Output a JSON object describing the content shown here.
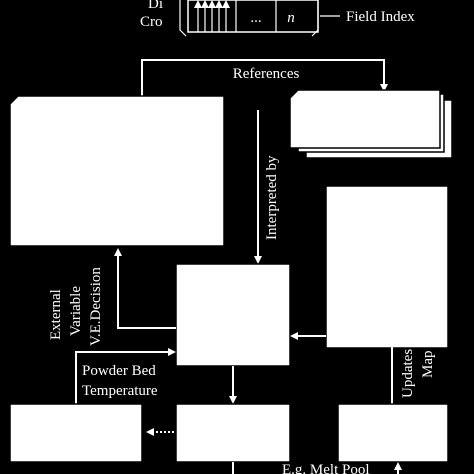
{
  "labels": {
    "top_left_1": "Di",
    "top_left_2": "Cro",
    "field_index": "Field Index",
    "ellipsis": "...",
    "n": "n",
    "references": "References",
    "interpreted_by": "Interpreted by",
    "external_variable": "External",
    "variable": "Variable",
    "ve_decision": "V.E.Decision",
    "powder_bed": "Powder Bed",
    "temperature": "Temperature",
    "updates": "Updates",
    "map": "Map",
    "melt_pool": "E.g. Melt Pool"
  },
  "colors": {
    "background": "#000000",
    "foreground": "#ffffff"
  }
}
